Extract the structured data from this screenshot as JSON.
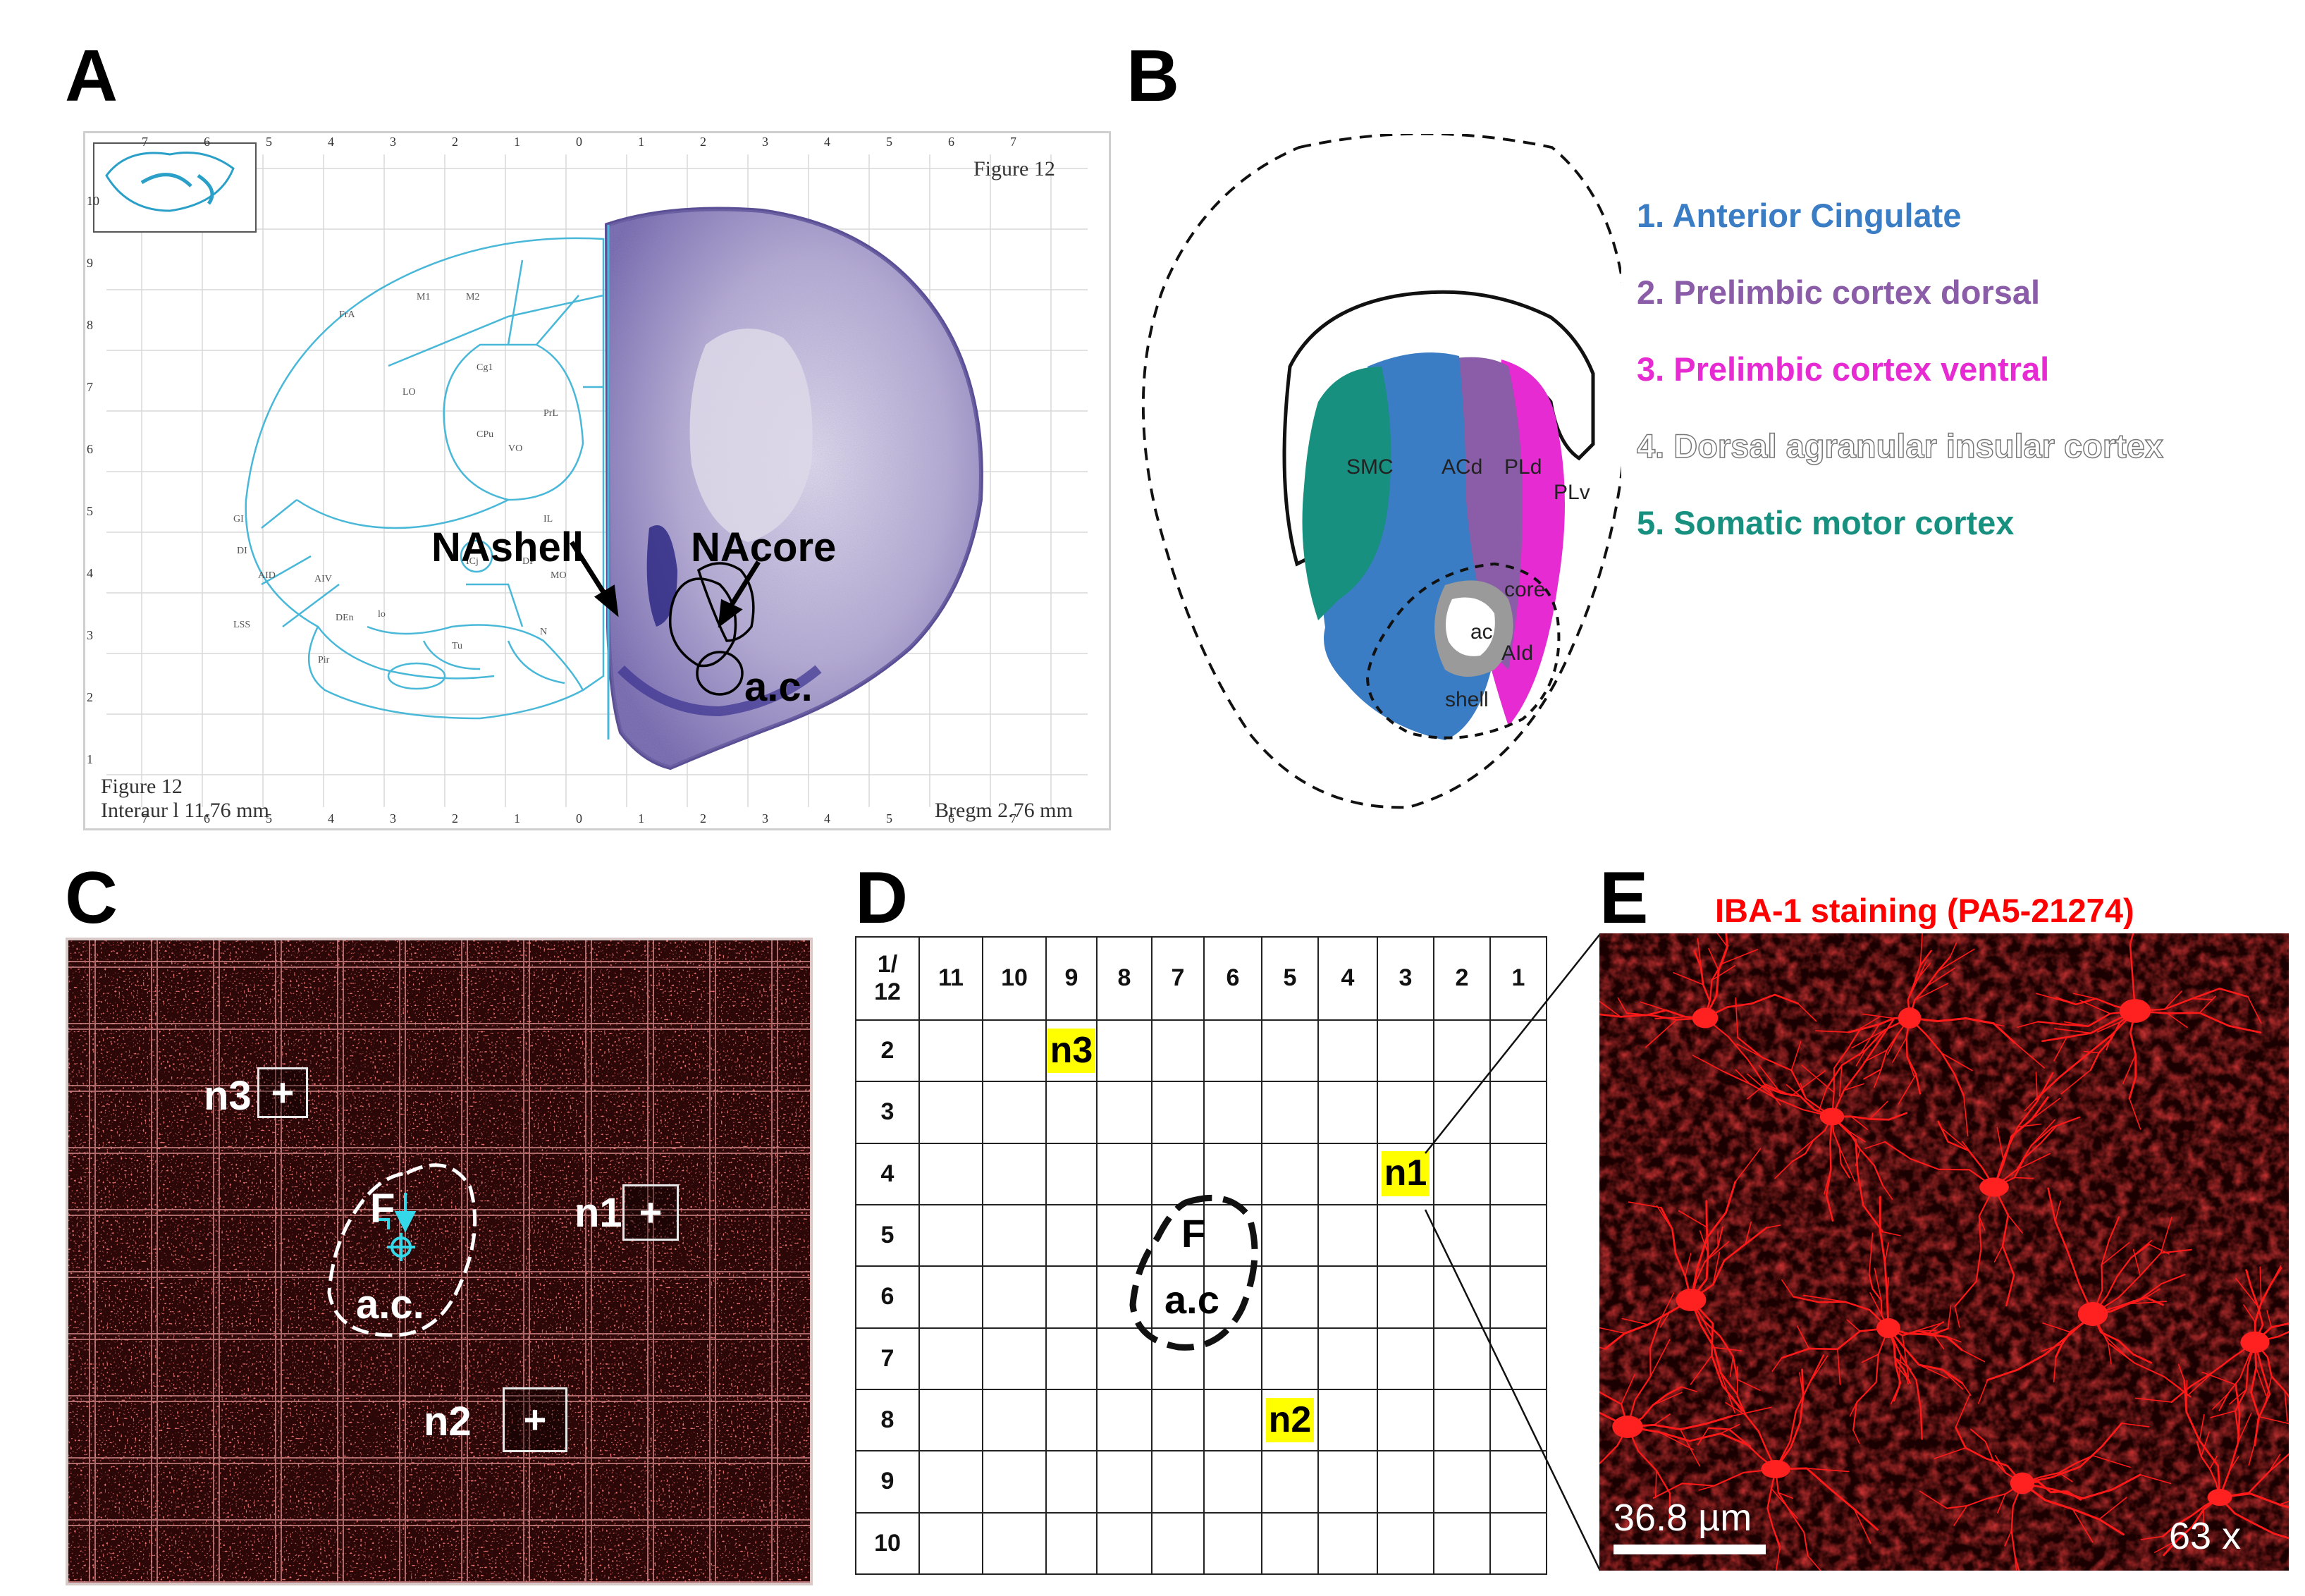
{
  "panels": {
    "A": "A",
    "B": "B",
    "C": "C",
    "D": "D",
    "E": "E"
  },
  "panelA": {
    "figure_top": "Figure 12",
    "figure_bottom": "Figure 12",
    "interaural": "Interaur l 11.76 mm",
    "bregma": "Bregm  2.76 mm",
    "labels": {
      "nashell": "NAshell",
      "nacore": "NAcore",
      "ac": "a.c."
    },
    "top_ticks": [
      "7",
      "6",
      "5",
      "4",
      "3",
      "2",
      "1",
      "0",
      "1",
      "2",
      "3",
      "4",
      "5",
      "6",
      "7"
    ],
    "side_ticks": [
      "10",
      "9",
      "8",
      "7",
      "6",
      "5",
      "4",
      "3",
      "2",
      "1"
    ],
    "atlas_regions": [
      "M1",
      "M2",
      "FrA",
      "Cg1",
      "CPu",
      "LO",
      "PrL",
      "GI",
      "DI",
      "AID",
      "AIV",
      "IL",
      "VO",
      "MO",
      "DP",
      "Tu",
      "Pir",
      "LSS",
      "ICj",
      "DEn",
      "lo",
      "N"
    ]
  },
  "panelB": {
    "regions": [
      "SMC",
      "ACd",
      "PLd",
      "PLv",
      "core",
      "ac",
      "AId",
      "shell"
    ],
    "legend": [
      {
        "text": "1. Anterior Cingulate",
        "color": "#3a7dc4"
      },
      {
        "text": "2. Prelimbic cortex dorsal",
        "color": "#8b5ca8"
      },
      {
        "text": "3. Prelimbic cortex ventral",
        "color": "#e52bd1"
      },
      {
        "text": "4. Dorsal agranular insular cortex",
        "color": "#9a9a9a"
      },
      {
        "text": "5. Somatic motor cortex",
        "color": "#17907f"
      }
    ]
  },
  "panelC": {
    "n1": "n1",
    "n2": "n2",
    "n3": "n3",
    "plus": "+",
    "F": "F",
    "ac": "a.c."
  },
  "panelD": {
    "corner": "1/\n12",
    "columns": [
      "11",
      "10",
      "9",
      "8",
      "7",
      "6",
      "5",
      "4",
      "3",
      "2",
      "1"
    ],
    "rows": [
      "2",
      "3",
      "4",
      "5",
      "6",
      "7",
      "8",
      "9",
      "10"
    ],
    "marks": [
      {
        "label": "n3",
        "row": "2",
        "col": "9"
      },
      {
        "label": "n1",
        "row": "4",
        "col": "3"
      },
      {
        "label": "n2",
        "row": "8",
        "col": "5"
      }
    ],
    "F": "F",
    "ac": "a.c"
  },
  "panelE": {
    "title": "IBA-1 staining (PA5-21274)",
    "scale": "36.8 µm",
    "magnification": "63 x"
  },
  "colors": {
    "acd": "#3a7dc4",
    "pld": "#8b5ca8",
    "plv": "#e52bd1",
    "aid": "#9a9a9a",
    "smc": "#17907f",
    "atlas_line": "#49b8d8",
    "nissl": "#6a5aa8",
    "highlight": "#ffff00",
    "iba": "#ff0000"
  }
}
